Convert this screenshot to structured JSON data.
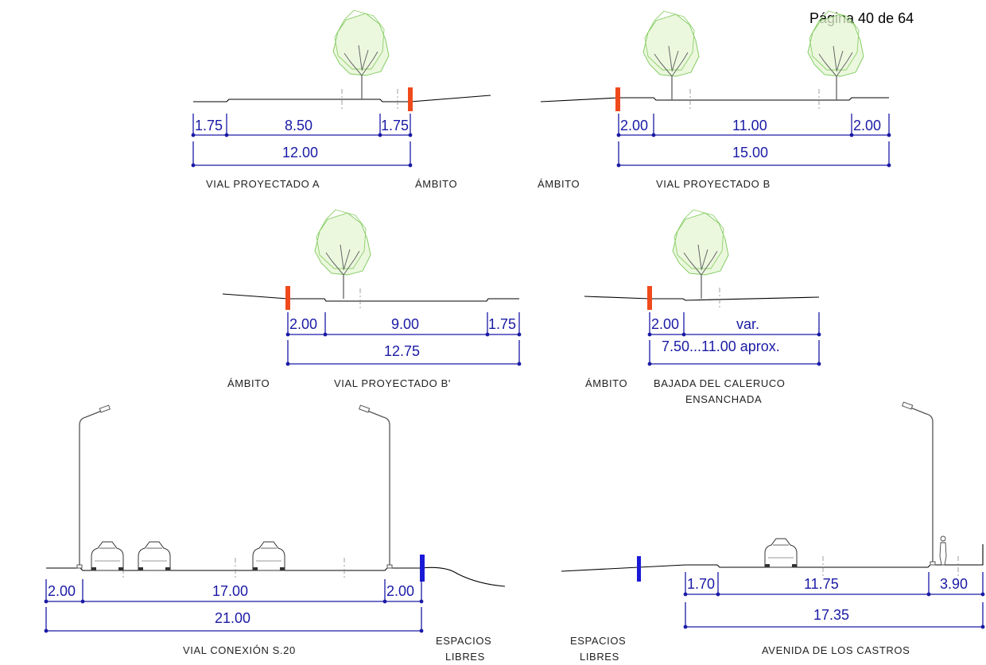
{
  "page_label": "Página 40 de 64",
  "sections": [
    {
      "caption": "VIAL PROYECTADO A",
      "side_label": "ÁMBITO",
      "segments": [
        "1.75",
        "8.50",
        "1.75"
      ],
      "total": "12.00"
    },
    {
      "caption": "VIAL PROYECTADO B",
      "side_label": "ÁMBITO",
      "segments": [
        "2.00",
        "11.00",
        "2.00"
      ],
      "total": "15.00"
    },
    {
      "caption": "VIAL PROYECTADO B'",
      "side_label": "ÁMBITO",
      "segments": [
        "2.00",
        "9.00",
        "1.75"
      ],
      "total": "12.75"
    },
    {
      "caption_line1": "BAJADA DEL CALERUCO",
      "caption_line2": "ENSANCHADA",
      "side_label": "ÁMBITO",
      "segments": [
        "2.00",
        "var."
      ],
      "total": "7.50...11.00 aprox."
    },
    {
      "caption": "VIAL CONEXIÓN S.20",
      "side_label_line1": "ESPACIOS",
      "side_label_line2": "LIBRES",
      "segments": [
        "2.00",
        "17.00",
        "2.00"
      ],
      "total": "21.00"
    },
    {
      "caption": "AVENIDA DE LOS CASTROS",
      "side_label_line1": "ESPACIOS",
      "side_label_line2": "LIBRES",
      "segments": [
        "1.70",
        "11.75",
        "3.90"
      ],
      "total": "17.35"
    }
  ],
  "colors": {
    "dimension": "#1a1aa6",
    "ambito_marker": "#f04a1c",
    "espacios_marker": "#1a1ad6",
    "tree_canopy": "#7cc95a"
  }
}
